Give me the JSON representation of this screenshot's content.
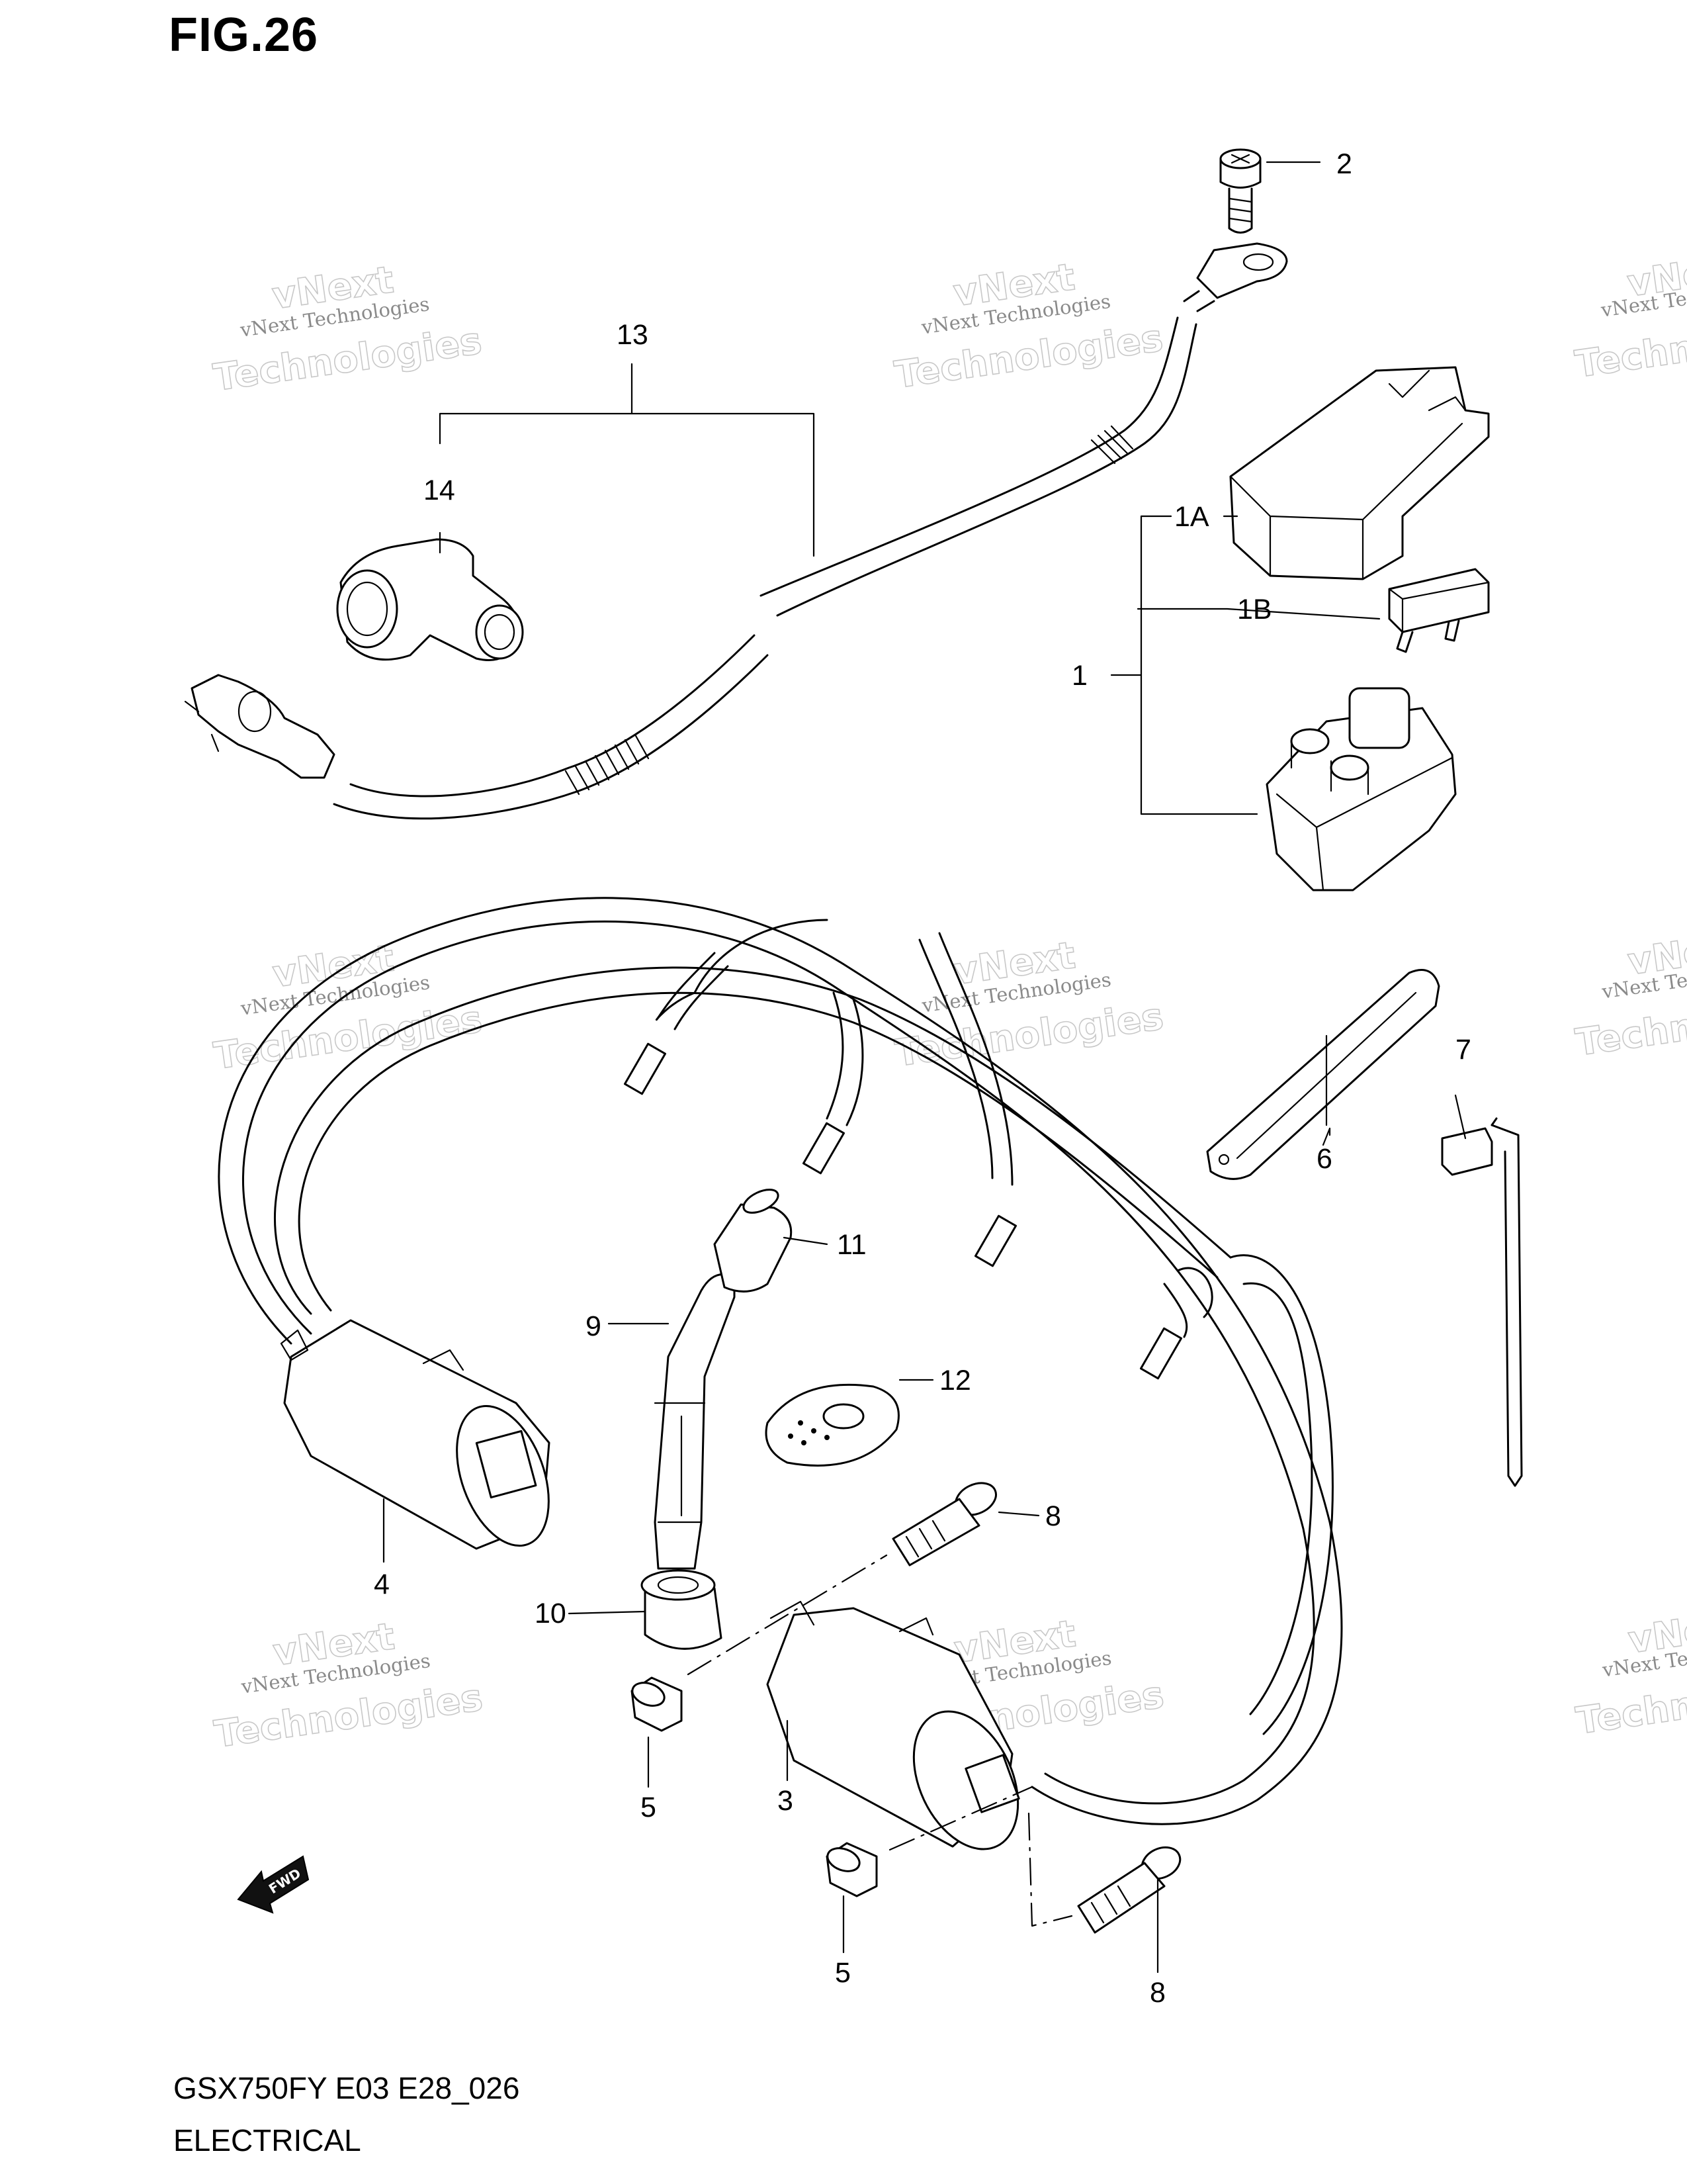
{
  "figure": {
    "title": "FIG.26"
  },
  "footer": {
    "model_code": "GSX750FY E03 E28_026",
    "section_name": "ELECTRICAL"
  },
  "callouts": {
    "c1": "1",
    "c1a": "1A",
    "c1b": "1B",
    "c2": "2",
    "c3": "3",
    "c4": "4",
    "c5a": "5",
    "c5b": "5",
    "c6": "6",
    "c7": "7",
    "c8a": "8",
    "c8b": "8",
    "c9": "9",
    "c10": "10",
    "c11": "11",
    "c12": "12",
    "c13": "13",
    "c14": "14"
  },
  "direction_badge": "FWD",
  "watermark": {
    "line1": "vNext",
    "line2": "vNext Technologies",
    "line3": "Technologies"
  }
}
